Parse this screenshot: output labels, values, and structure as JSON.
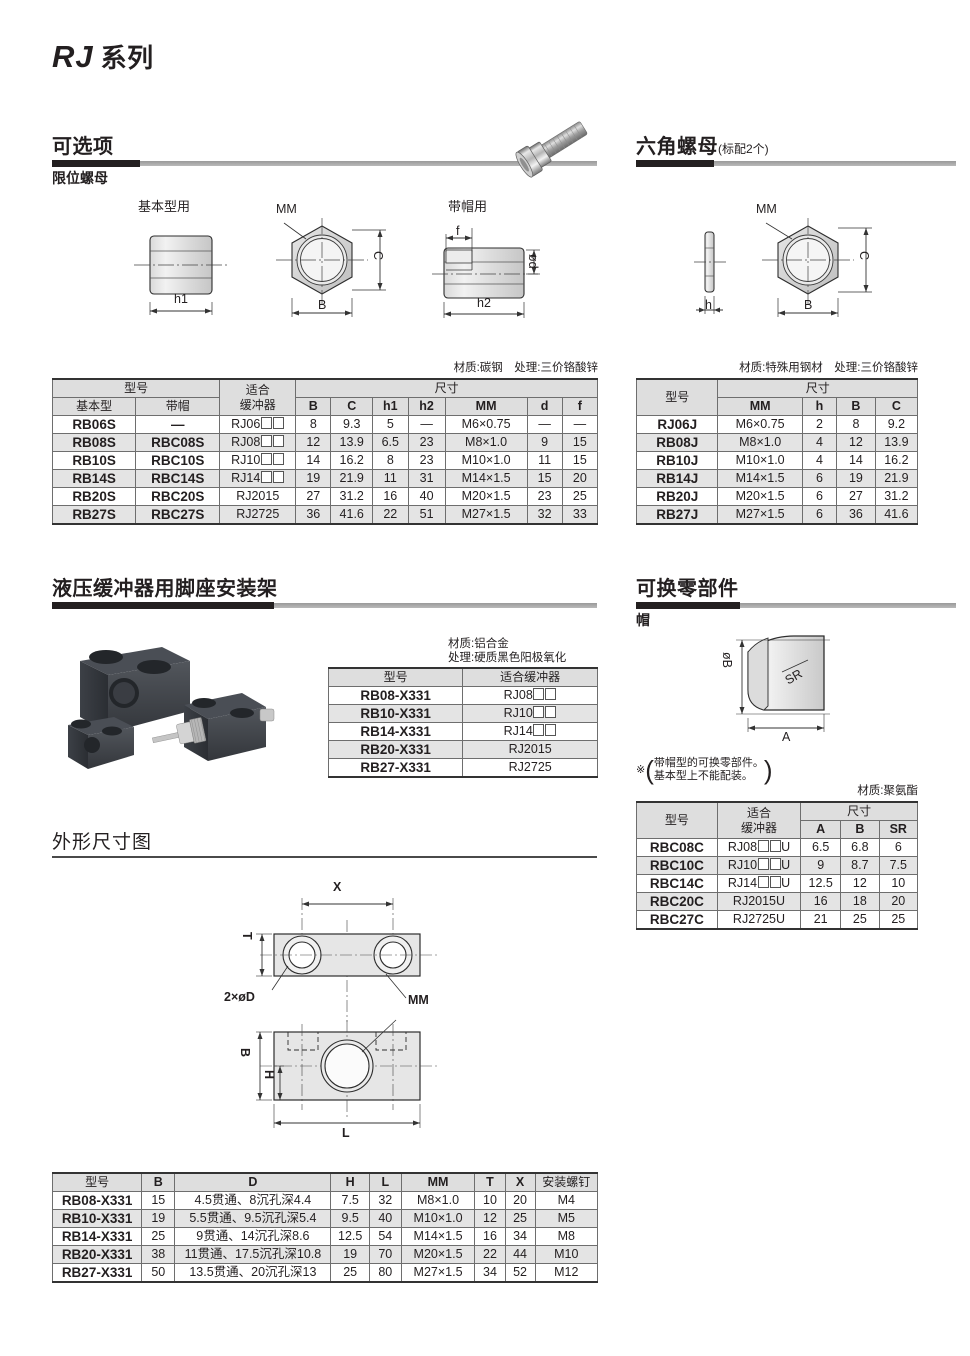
{
  "page": {
    "title_main": "RJ",
    "title_suffix": "系列"
  },
  "section_options": {
    "heading": "可选项",
    "sub_heading": "限位螺母",
    "drawing_labels": {
      "basic_type": "基本型用",
      "cap_type": "带帽用",
      "mm": "MM",
      "h1": "h1",
      "h2": "h2",
      "b": "B",
      "c": "C",
      "f": "f",
      "od": "ød"
    },
    "material_caption": "材质:碳钢　处理:三价铬酸锌",
    "table": {
      "group_model": "型号",
      "group_size": "尺寸",
      "col_basic": "基本型",
      "col_cap": "带帽",
      "col_fit": "适合\n缓冲器",
      "col_fit_l1": "适合",
      "col_fit_l2": "缓冲器",
      "cols": [
        "B",
        "C",
        "h1",
        "h2",
        "MM",
        "d",
        "f"
      ],
      "rows": [
        {
          "basic": "RB06S",
          "cap": "—",
          "fit_prefix": "RJ06",
          "fit_squares": 2,
          "fit_suffix": "",
          "vals": [
            "8",
            "9.3",
            "5",
            "—",
            "M6×0.75",
            "—",
            "—"
          ]
        },
        {
          "basic": "RB08S",
          "cap": "RBC08S",
          "fit_prefix": "RJ08",
          "fit_squares": 2,
          "fit_suffix": "",
          "vals": [
            "12",
            "13.9",
            "6.5",
            "23",
            "M8×1.0",
            "9",
            "15"
          ]
        },
        {
          "basic": "RB10S",
          "cap": "RBC10S",
          "fit_prefix": "RJ10",
          "fit_squares": 2,
          "fit_suffix": "",
          "vals": [
            "14",
            "16.2",
            "8",
            "23",
            "M10×1.0",
            "11",
            "15"
          ]
        },
        {
          "basic": "RB14S",
          "cap": "RBC14S",
          "fit_prefix": "RJ14",
          "fit_squares": 2,
          "fit_suffix": "",
          "vals": [
            "19",
            "21.9",
            "11",
            "31",
            "M14×1.5",
            "15",
            "20"
          ]
        },
        {
          "basic": "RB20S",
          "cap": "RBC20S",
          "fit_prefix": "RJ2015",
          "fit_squares": 0,
          "fit_suffix": "",
          "vals": [
            "27",
            "31.2",
            "16",
            "40",
            "M20×1.5",
            "23",
            "25"
          ]
        },
        {
          "basic": "RB27S",
          "cap": "RBC27S",
          "fit_prefix": "RJ2725",
          "fit_squares": 0,
          "fit_suffix": "",
          "vals": [
            "36",
            "41.6",
            "22",
            "51",
            "M27×1.5",
            "32",
            "33"
          ]
        }
      ]
    }
  },
  "section_hexnut": {
    "heading": "六角螺母",
    "heading_note": "(标配2个)",
    "drawing_labels": {
      "mm": "MM",
      "h": "h",
      "b": "B",
      "c": "C"
    },
    "material_caption": "材质:特殊用钢材　处理:三价铬酸锌",
    "table": {
      "col_model": "型号",
      "group_size": "尺寸",
      "cols": [
        "MM",
        "h",
        "B",
        "C"
      ],
      "rows": [
        {
          "model": "RJ06J",
          "vals": [
            "M6×0.75",
            "2",
            "8",
            "9.2"
          ]
        },
        {
          "model": "RB08J",
          "vals": [
            "M8×1.0",
            "4",
            "12",
            "13.9"
          ]
        },
        {
          "model": "RB10J",
          "vals": [
            "M10×1.0",
            "4",
            "14",
            "16.2"
          ]
        },
        {
          "model": "RB14J",
          "vals": [
            "M14×1.5",
            "6",
            "19",
            "21.9"
          ]
        },
        {
          "model": "RB20J",
          "vals": [
            "M20×1.5",
            "6",
            "27",
            "31.2"
          ]
        },
        {
          "model": "RB27J",
          "vals": [
            "M27×1.5",
            "6",
            "36",
            "41.6"
          ]
        }
      ]
    }
  },
  "section_bracket": {
    "heading": "液压缓冲器用脚座安装架",
    "material_caption_l1": "材质:铝合金",
    "material_caption_l2": "处理:硬质黑色阳极氧化",
    "table": {
      "col_model": "型号",
      "col_fit": "适合缓冲器",
      "rows": [
        {
          "model": "RB08-X331",
          "fit_prefix": "RJ08",
          "fit_squares": 2
        },
        {
          "model": "RB10-X331",
          "fit_prefix": "RJ10",
          "fit_squares": 2
        },
        {
          "model": "RB14-X331",
          "fit_prefix": "RJ14",
          "fit_squares": 2
        },
        {
          "model": "RB20-X331",
          "fit_prefix": "RJ2015",
          "fit_squares": 0
        },
        {
          "model": "RB27-X331",
          "fit_prefix": "RJ2725",
          "fit_squares": 0
        }
      ]
    }
  },
  "section_parts": {
    "heading": "可换零部件",
    "sub_heading": "帽",
    "drawing_labels": {
      "ob": "øB",
      "sr": "SR",
      "a": "A"
    },
    "note_mark": "※",
    "note_line1": "带帽型的可换零部件。",
    "note_line2": "基本型上不能配装。",
    "material_caption": "材质:聚氨酯",
    "table": {
      "col_model": "型号",
      "col_fit_l1": "适合",
      "col_fit_l2": "缓冲器",
      "group_size": "尺寸",
      "cols": [
        "A",
        "B",
        "SR"
      ],
      "rows": [
        {
          "model": "RBC08C",
          "fit_prefix": "RJ08",
          "fit_squares": 2,
          "fit_suffix": "U",
          "vals": [
            "6.5",
            "6.8",
            "6"
          ]
        },
        {
          "model": "RBC10C",
          "fit_prefix": "RJ10",
          "fit_squares": 2,
          "fit_suffix": "U",
          "vals": [
            "9",
            "8.7",
            "7.5"
          ]
        },
        {
          "model": "RBC14C",
          "fit_prefix": "RJ14",
          "fit_squares": 2,
          "fit_suffix": "U",
          "vals": [
            "12.5",
            "12",
            "10"
          ]
        },
        {
          "model": "RBC20C",
          "fit_prefix": "RJ2015U",
          "fit_squares": 0,
          "fit_suffix": "",
          "vals": [
            "16",
            "18",
            "20"
          ]
        },
        {
          "model": "RBC27C",
          "fit_prefix": "RJ2725U",
          "fit_squares": 0,
          "fit_suffix": "",
          "vals": [
            "21",
            "25",
            "25"
          ]
        }
      ]
    }
  },
  "section_outline": {
    "heading": "外形尺寸图",
    "drawing_labels": {
      "x": "X",
      "t": "T",
      "d": "2×øD",
      "mm": "MM",
      "b": "B",
      "h": "H",
      "l": "L"
    },
    "table": {
      "cols": [
        "型号",
        "B",
        "D",
        "H",
        "L",
        "MM",
        "T",
        "X",
        "安装螺钉"
      ],
      "rows": [
        {
          "model": "RB08-X331",
          "vals": [
            "15",
            "4.5贯通、8沉孔深4.4",
            "7.5",
            "32",
            "M8×1.0",
            "10",
            "20",
            "M4"
          ]
        },
        {
          "model": "RB10-X331",
          "vals": [
            "19",
            "5.5贯通、9.5沉孔深5.4",
            "9.5",
            "40",
            "M10×1.0",
            "12",
            "25",
            "M5"
          ]
        },
        {
          "model": "RB14-X331",
          "vals": [
            "25",
            "9贯通、14沉孔深8.6",
            "12.5",
            "54",
            "M14×1.5",
            "16",
            "34",
            "M8"
          ]
        },
        {
          "model": "RB20-X331",
          "vals": [
            "38",
            "11贯通、17.5沉孔深10.8",
            "19",
            "70",
            "M20×1.5",
            "22",
            "44",
            "M10"
          ]
        },
        {
          "model": "RB27-X331",
          "vals": [
            "50",
            "13.5贯通、20沉孔深13",
            "25",
            "80",
            "M27×1.5",
            "34",
            "52",
            "M12"
          ]
        }
      ]
    }
  },
  "colors": {
    "header_fill": "#dedede",
    "alt_row": "#e4e4e4",
    "bar_dark": "#231f20",
    "bar_light": "#a8a8a8",
    "text": "#231f20"
  }
}
